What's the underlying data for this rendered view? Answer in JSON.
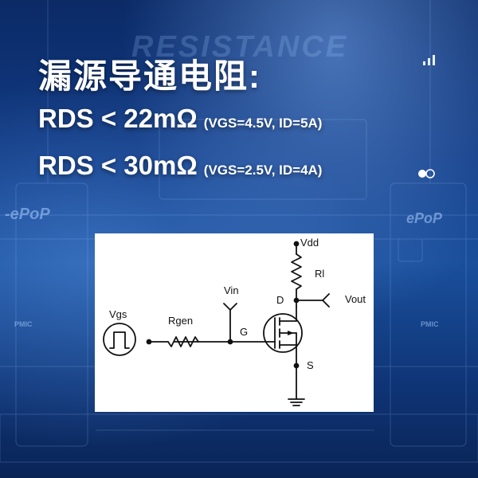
{
  "watermark": "RESISTANCE",
  "headline": "漏源导通电阻:",
  "specs": [
    {
      "main": "RDS < 22mΩ",
      "cond": "(VGS=4.5V, ID=5A)"
    },
    {
      "main": "RDS < 30mΩ",
      "cond": "(VGS=2.5V, ID=4A)"
    }
  ],
  "background_labels": {
    "epop_left": "-ePoP",
    "epop_right": "ePoP",
    "pmic_left": "PMIC",
    "pmic_right": "PMIC"
  },
  "circuit": {
    "vdd": "Vdd",
    "rl": "Rl",
    "vout": "Vout",
    "vin": "Vin",
    "d": "D",
    "g": "G",
    "s": "S",
    "vgs": "Vgs",
    "rgen": "Rgen"
  },
  "colors": {
    "bg_dark": "#0a1f4d",
    "bg_mid": "#1a4f9c",
    "text": "#ffffff",
    "panel": "#ffffff"
  }
}
